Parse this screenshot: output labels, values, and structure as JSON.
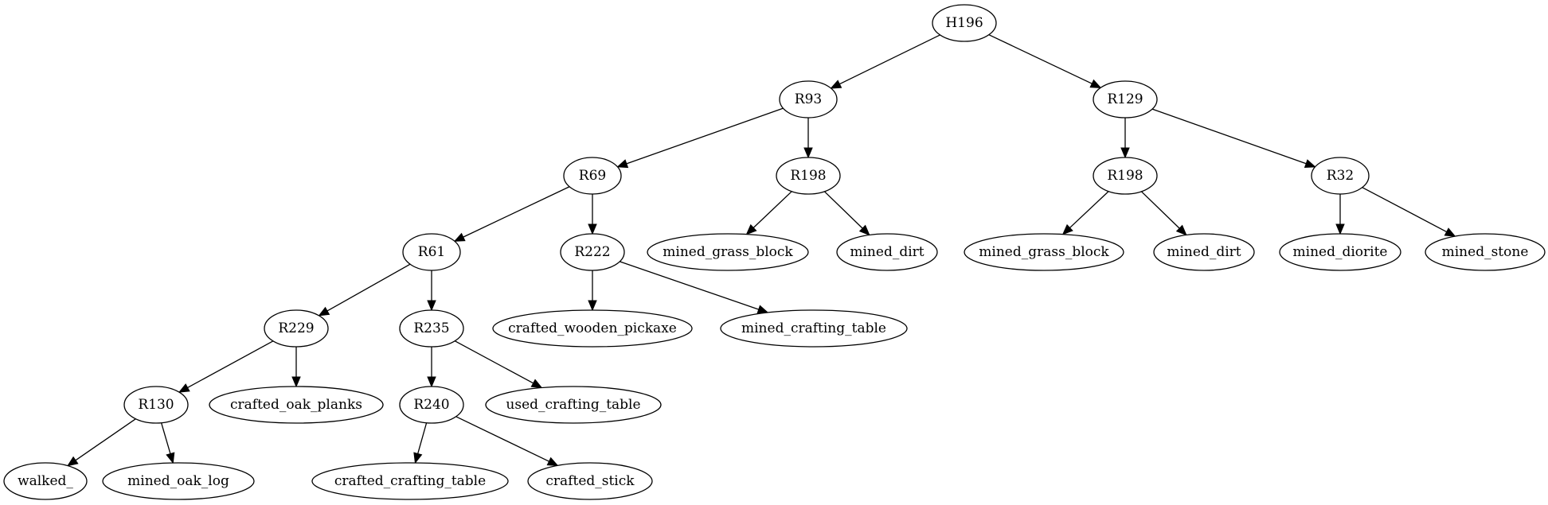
{
  "diagram": {
    "type": "tree",
    "nodes": [
      {
        "id": "n0",
        "label": "H196"
      },
      {
        "id": "n1",
        "label": "R93"
      },
      {
        "id": "n2",
        "label": "R129"
      },
      {
        "id": "n3",
        "label": "R69"
      },
      {
        "id": "n4",
        "label": "R198"
      },
      {
        "id": "n5",
        "label": "R198"
      },
      {
        "id": "n6",
        "label": "R32"
      },
      {
        "id": "n7",
        "label": "R61"
      },
      {
        "id": "n8",
        "label": "R222"
      },
      {
        "id": "n9",
        "label": "mined_grass_block"
      },
      {
        "id": "n10",
        "label": "mined_dirt"
      },
      {
        "id": "n11",
        "label": "mined_grass_block"
      },
      {
        "id": "n12",
        "label": "mined_dirt"
      },
      {
        "id": "n13",
        "label": "mined_diorite"
      },
      {
        "id": "n14",
        "label": "mined_stone"
      },
      {
        "id": "n15",
        "label": "R229"
      },
      {
        "id": "n16",
        "label": "R235"
      },
      {
        "id": "n17",
        "label": "crafted_wooden_pickaxe"
      },
      {
        "id": "n18",
        "label": "mined_crafting_table"
      },
      {
        "id": "n19",
        "label": "R130"
      },
      {
        "id": "n20",
        "label": "crafted_oak_planks"
      },
      {
        "id": "n21",
        "label": "R240"
      },
      {
        "id": "n22",
        "label": "used_crafting_table"
      },
      {
        "id": "n23",
        "label": "walked_"
      },
      {
        "id": "n24",
        "label": "mined_oak_log"
      },
      {
        "id": "n25",
        "label": "crafted_crafting_table"
      },
      {
        "id": "n26",
        "label": "crafted_stick"
      }
    ],
    "edges": [
      {
        "from": "n0",
        "to": "n1"
      },
      {
        "from": "n0",
        "to": "n2"
      },
      {
        "from": "n1",
        "to": "n3"
      },
      {
        "from": "n1",
        "to": "n4"
      },
      {
        "from": "n2",
        "to": "n5"
      },
      {
        "from": "n2",
        "to": "n6"
      },
      {
        "from": "n3",
        "to": "n7"
      },
      {
        "from": "n3",
        "to": "n8"
      },
      {
        "from": "n4",
        "to": "n9"
      },
      {
        "from": "n4",
        "to": "n10"
      },
      {
        "from": "n5",
        "to": "n11"
      },
      {
        "from": "n5",
        "to": "n12"
      },
      {
        "from": "n6",
        "to": "n13"
      },
      {
        "from": "n6",
        "to": "n14"
      },
      {
        "from": "n7",
        "to": "n15"
      },
      {
        "from": "n7",
        "to": "n16"
      },
      {
        "from": "n8",
        "to": "n17"
      },
      {
        "from": "n8",
        "to": "n18"
      },
      {
        "from": "n15",
        "to": "n19"
      },
      {
        "from": "n15",
        "to": "n20"
      },
      {
        "from": "n16",
        "to": "n21"
      },
      {
        "from": "n16",
        "to": "n22"
      },
      {
        "from": "n19",
        "to": "n23"
      },
      {
        "from": "n19",
        "to": "n24"
      },
      {
        "from": "n21",
        "to": "n25"
      },
      {
        "from": "n21",
        "to": "n26"
      }
    ]
  }
}
